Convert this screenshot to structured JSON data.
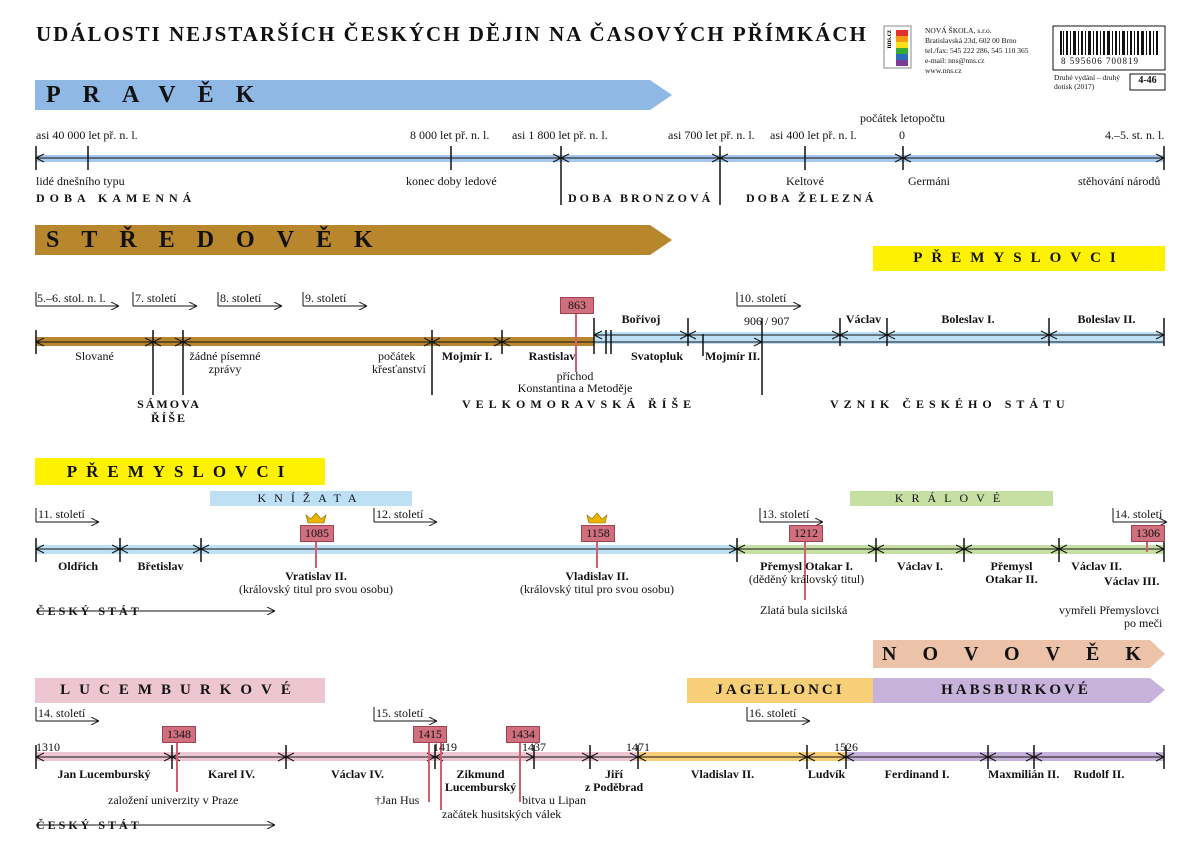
{
  "title": "UDÁLOSTI NEJSTARŠÍCH ČESKÝCH DĚJIN NA ČASOVÝCH PŘÍMKÁCH",
  "publisher": {
    "logo_text": "nns.cz",
    "lines": [
      "NOVÁ ŠKOLA, s.r.o.",
      "Bratislavská 23d, 602 00  Brno",
      "tel./fax: 545 222 286, 545 110 365",
      "e-mail: nns@nns.cz",
      "www.nns.cz"
    ],
    "barcode_number": "8 595606 700819",
    "edition": [
      "Druhé vydání – druhý",
      "dotisk (2017)"
    ],
    "code": "4-46"
  },
  "colors": {
    "pravek": "#8fb8e4",
    "stredovek": "#b8862c",
    "premyslovci": "#fff200",
    "knizata": "#bde0f5",
    "kralove": "#c6e0a4",
    "novovek": "#ecc3a8",
    "lucemburkove": "#eec6d2",
    "jagellonci": "#f6cf77",
    "habsburkove": "#c6b2da",
    "red": "#d0707e"
  },
  "row1": {
    "header": "PRAVĚK",
    "top_labels": [
      "asi 40 000 let př. n. l.",
      "8 000 let př. n. l.",
      "asi 1 800 let př. n. l.",
      "asi 700 let př. n. l.",
      "asi 400 let př. n. l.",
      "0",
      "4.–5. st. n. l."
    ],
    "era_note": "počátek letopočtu",
    "bottom_labels": [
      "lidé dnešního typu",
      "konec doby ledové",
      "Keltové",
      "Germáni",
      "stěhování národů"
    ],
    "periods": [
      "DOBA KAMENNÁ",
      "DOBA BRONZOVÁ",
      "DOBA ŽELEZNÁ"
    ]
  },
  "row2": {
    "header": "STŘEDOVĚK",
    "dynasty": "PŘEMYSLOVCI",
    "centuries": [
      "5.–6. stol. n. l.",
      "7. století",
      "8. století",
      "9. století",
      "10. století"
    ],
    "year_863": "863",
    "year_906": "906 / 907",
    "above_bar": [
      "Bořivoj",
      "Václav",
      "Boleslav I.",
      "Boleslav II."
    ],
    "below_bar": [
      "Slované",
      "žádné písemné",
      "zprávy",
      "počátek",
      "křesťanství",
      "Mojmír I.",
      "Rastislav",
      "Svatopluk",
      "Mojmír II.",
      "příchod",
      "Konstantina a Metoděje"
    ],
    "states": [
      "SÁMOVA",
      "ŘÍŠE",
      "VELKOMORAVSKÁ ŘÍŠE",
      "VZNIK ČESKÉHO STÁTU"
    ]
  },
  "row3": {
    "dynasty": "PŘEMYSLOVCI",
    "knizata": "KNÍŽATA",
    "kralove": "KRÁLOVÉ",
    "centuries": [
      "11. století",
      "12. století",
      "13. století",
      "14. století"
    ],
    "years": [
      "1085",
      "1158",
      "1212",
      "1306"
    ],
    "rulers": [
      "Oldřich",
      "Břetislav",
      "Vratislav II.",
      "Vladislav II.",
      "Přemysl Otakar I.",
      "Václav I.",
      "Přemysl",
      "Otakar II.",
      "Václav II.",
      "Václav III."
    ],
    "notes": [
      "(královský titul pro svou osobu)",
      "(královský titul pro svou osobu)",
      "(děděný královský titul)",
      "Zlatá bula sicilská",
      "vymřeli Přemyslovci",
      "po meči"
    ],
    "state": "ČESKÝ STÁT"
  },
  "row4": {
    "novovek": "NOVOVĚK",
    "lucemburkove": "LUCEMBURKOVÉ",
    "jagellonci": "JAGELLONCI",
    "habsburkove": "HABSBURKOVÉ",
    "centuries": [
      "14. století",
      "15. století",
      "16. století"
    ],
    "years": [
      "1310",
      "1348",
      "1415",
      "1419",
      "1434",
      "1437",
      "1471",
      "1526"
    ],
    "rulers": [
      "Jan Lucemburský",
      "Karel IV.",
      "Václav IV.",
      "Zikmund",
      "Lucemburský",
      "Jiří",
      "z Poděbrad",
      "Vladislav II.",
      "Ludvík",
      "Ferdinand I.",
      "Maxmilián II.",
      "Rudolf II."
    ],
    "notes": [
      "založení univerzity v Praze",
      "†Jan Hus",
      "bitva u Lipan",
      "začátek husitských válek"
    ],
    "state": "ČESKÝ STÁT"
  }
}
